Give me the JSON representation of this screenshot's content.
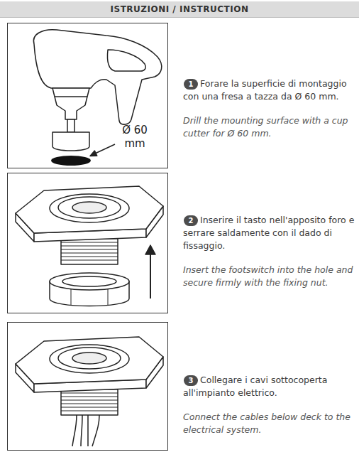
{
  "diagram": {
    "title": "ISTRUZIONI / INSTRUCTION",
    "nodes": [
      {
        "text": [
          "Ø 60 mm"
        ]
      },
      {
        "text": [
          "1"
        ]
      },
      {
        "text": [
          "2"
        ]
      },
      {
        "text": [
          "3"
        ]
      }
    ],
    "labels": [
      "Forare la superficie di montaggio con una fresa a tazza da Ø 60 mm.",
      "Drill the mounting surface with a cup cutter for Ø 60 mm.",
      "Inserire il tasto nell'apposito foro e serrare saldamente con il dado di fissaggio.",
      "Insert the footswitch into the hole and secure firmly with the fixing nut.",
      "Collegare i cavi sottocoperta all'impianto elettrico.",
      "Connect the cables below deck to the electrical system."
    ]
  }
}
